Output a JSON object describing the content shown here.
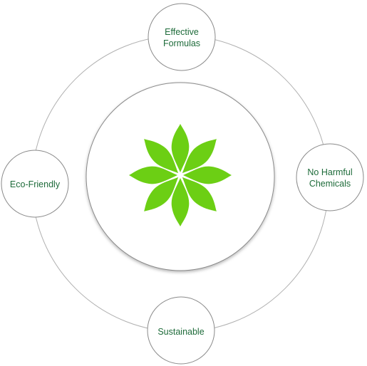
{
  "diagram": {
    "center_icon": "flower-leaf-icon",
    "nodes": [
      {
        "id": "top",
        "lines": [
          "Effective",
          "Formulas"
        ]
      },
      {
        "id": "right",
        "lines": [
          "No Harmful",
          "Chemicals"
        ]
      },
      {
        "id": "bottom",
        "lines": [
          "Sustainable"
        ]
      },
      {
        "id": "left",
        "lines": [
          "Eco-Friendly"
        ]
      }
    ]
  },
  "colors": {
    "text": "#1e6b3a",
    "ring": "#b0b0b0",
    "circle_border": "#8a8a8a",
    "background": "#ffffff",
    "leaf": "#6ccf14"
  }
}
